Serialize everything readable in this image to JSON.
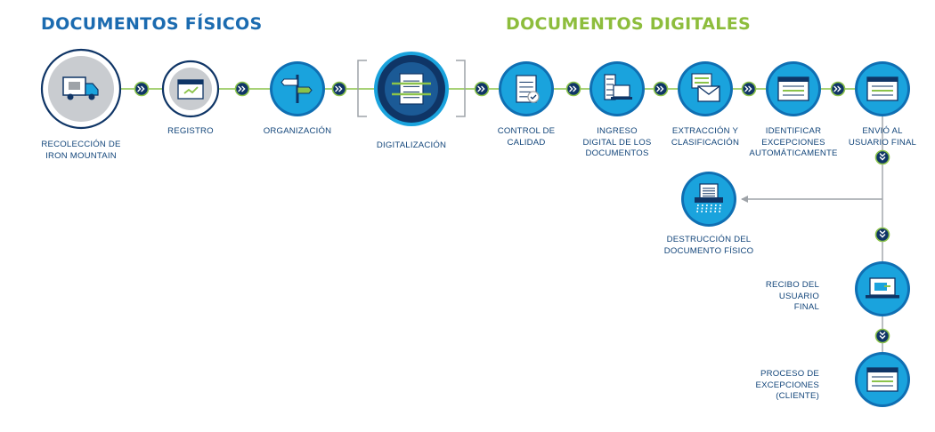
{
  "headings": {
    "physical": "DOCUMENTOS FÍSICOS",
    "digital": "DOCUMENTOS DIGITALES"
  },
  "steps": [
    {
      "id": "recoleccion",
      "lines": [
        "RECOLECCIÓN DE",
        "IRON MOUNTAIN"
      ],
      "icon": "truck-icon"
    },
    {
      "id": "registro",
      "lines": [
        "REGISTRO"
      ],
      "icon": "browser-check-icon"
    },
    {
      "id": "organizacion",
      "lines": [
        "ORGANIZACIÓN"
      ],
      "icon": "signpost-icon"
    },
    {
      "id": "digitalizacion",
      "lines": [
        "DIGITALIZACIÓN"
      ],
      "icon": "scan-document-icon"
    },
    {
      "id": "control",
      "lines": [
        "CONTROL DE",
        "CALIDAD"
      ],
      "icon": "document-check-icon"
    },
    {
      "id": "ingreso",
      "lines": [
        "INGRESO",
        "DIGITAL DE LOS",
        "DOCUMENTOS"
      ],
      "icon": "server-laptop-icon"
    },
    {
      "id": "extraccion",
      "lines": [
        "EXTRACCIÓN Y",
        "CLASIFICACIÓN"
      ],
      "icon": "envelope-stack-icon"
    },
    {
      "id": "identificar",
      "lines": [
        "IDENTIFICAR",
        "EXCEPCIONES",
        "AUTOMÁTICAMENTE"
      ],
      "icon": "window-list-icon"
    },
    {
      "id": "envio",
      "lines": [
        "ENVIÓ AL",
        "USUARIO FINAL"
      ],
      "icon": "window-list-icon"
    },
    {
      "id": "destruccion",
      "lines": [
        "DESTRUCCIÓN DEL",
        "DOCUMENTO FÍSICO"
      ],
      "icon": "shredder-icon"
    },
    {
      "id": "recibo",
      "lines": [
        "RECIBO DEL",
        "USUARIO",
        "FINAL"
      ],
      "icon": "laptop-icon"
    },
    {
      "id": "proceso",
      "lines": [
        "PROCESO DE",
        "EXCEPCIONES",
        "(CLIENTE)"
      ],
      "icon": "window-list-icon"
    }
  ],
  "colors": {
    "physical_heading": "#1b6bb0",
    "digital_heading": "#8dbd3c",
    "node_blue": "#1aa3dd",
    "node_navy": "#0f3566",
    "node_gray": "#c9ccd0",
    "connector_line": "#8bc34a",
    "arrow_badge": "#0f3566",
    "label_text": "#12457a"
  }
}
